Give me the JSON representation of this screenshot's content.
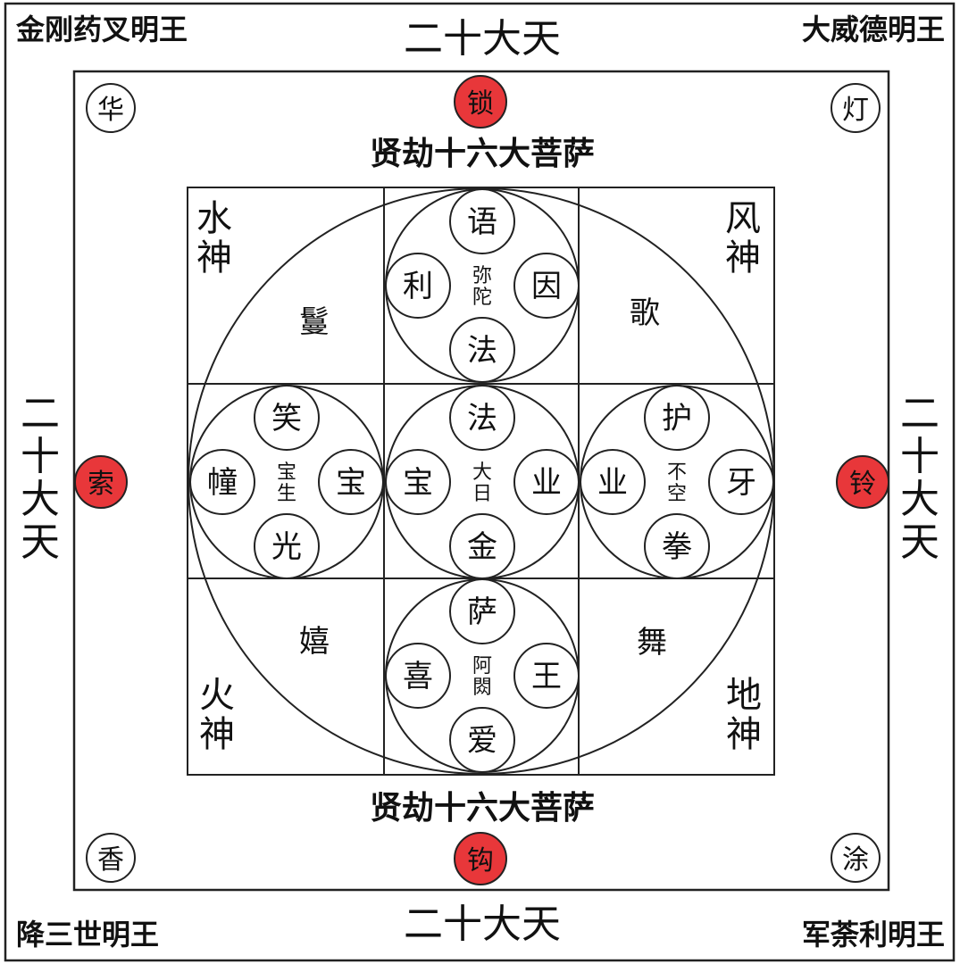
{
  "corners": {
    "top_left": "金刚药叉明王",
    "top_right": "大威德明王",
    "bottom_left": "降三世明王",
    "bottom_right": "军荼利明王"
  },
  "outer_sides": {
    "top": "二十大天",
    "bottom": "二十大天",
    "left": "二十大天",
    "right": "二十大天"
  },
  "inner_corner_circles": {
    "top_left": "华",
    "top_right": "灯",
    "bottom_left": "香",
    "bottom_right": "涂"
  },
  "gate_circles": {
    "top": "锁",
    "bottom": "钩",
    "left": "索",
    "right": "铃"
  },
  "bodhisattva_rows": {
    "top": "贤劫十六大菩萨",
    "bottom": "贤劫十六大菩萨"
  },
  "grid_corners": {
    "top_left": "水神",
    "top_right": "风神",
    "bottom_left": "火神",
    "bottom_right": "地神"
  },
  "offerings": {
    "top_left": "鬘",
    "top_right": "歌",
    "bottom_left": "嬉",
    "bottom_right": "舞"
  },
  "moon_discs": {
    "north": {
      "center": "弥陀",
      "top": "语",
      "left": "利",
      "right": "因",
      "bottom": "法"
    },
    "center": {
      "center": "大日",
      "top": "法",
      "left": "宝",
      "right": "业",
      "bottom": "金"
    },
    "west": {
      "center": "宝生",
      "top": "笑",
      "left": "幢",
      "right": "宝",
      "bottom": "光"
    },
    "east": {
      "center": "不空",
      "top": "护",
      "left": "业",
      "right": "牙",
      "bottom": "拳"
    },
    "south": {
      "center": "阿閦",
      "top": "萨",
      "left": "喜",
      "right": "王",
      "bottom": "爱"
    }
  },
  "colors": {
    "gate_fill": "#e8373a",
    "line": "#222222",
    "background": "#ffffff"
  }
}
